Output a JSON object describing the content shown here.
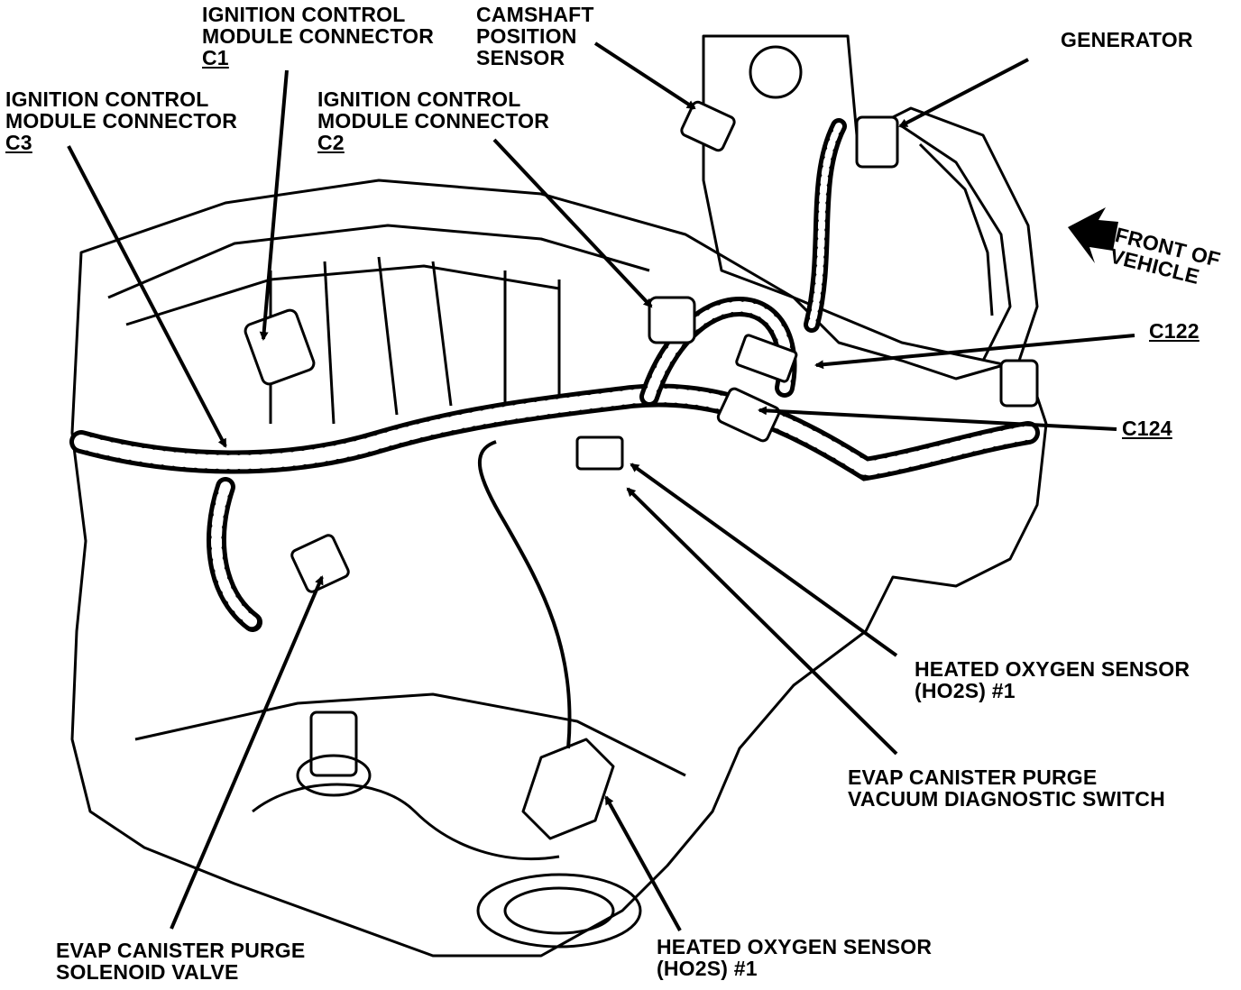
{
  "labels": {
    "icm_c1": {
      "line1": "IGNITION CONTROL",
      "line2": "MODULE CONNECTOR",
      "line3": "C1"
    },
    "camshaft": {
      "line1": "CAMSHAFT",
      "line2": "POSITION",
      "line3": "SENSOR"
    },
    "generator": {
      "line1": "GENERATOR"
    },
    "icm_c3": {
      "line1": "IGNITION CONTROL",
      "line2": "MODULE CONNECTOR",
      "line3": "C3"
    },
    "icm_c2": {
      "line1": "IGNITION CONTROL",
      "line2": "MODULE CONNECTOR",
      "line3": "C2"
    },
    "front_of_vehicle": {
      "line1": "FRONT OF",
      "line2": "VEHICLE"
    },
    "c122": {
      "line1": "C122"
    },
    "c124": {
      "line1": "C124"
    },
    "ho2s_right": {
      "line1": "HEATED OXYGEN SENSOR",
      "line2": "(HO2S) #1"
    },
    "evap_switch": {
      "line1": "EVAP CANISTER PURGE",
      "line2": "VACUUM DIAGNOSTIC SWITCH"
    },
    "evap_solenoid": {
      "line1": "EVAP CANISTER PURGE",
      "line2": "SOLENOID VALVE"
    },
    "ho2s_bottom": {
      "line1": "HEATED OXYGEN SENSOR",
      "line2": "(HO2S) #1"
    }
  }
}
